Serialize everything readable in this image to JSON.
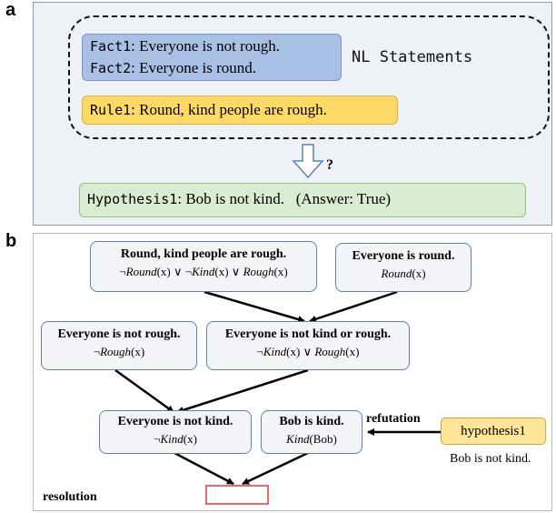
{
  "panel_a": {
    "letter": "a",
    "fact1_tag": "Fact1",
    "fact1_text": ": Everyone is not rough.",
    "fact2_tag": "Fact2",
    "fact2_text": ": Everyone is round.",
    "rule1_tag": "Rule1",
    "rule1_text": ": Round, kind people are rough.",
    "nl_label": "NL Statements",
    "question_mark": "?",
    "hypothesis_tag": "Hypothesis1",
    "hypothesis_text": ": Bob is not kind.",
    "answer_text": "(Answer: True)"
  },
  "panel_b": {
    "letter": "b",
    "node_rule": {
      "title": "Round, kind people are rough.",
      "neg1": "¬",
      "p1": "Round",
      "a1": "(x) ∨ ¬",
      "p2": "Kind",
      "a2": "(x) ∨ ",
      "p3": "Rough",
      "a3": "(x)"
    },
    "node_round": {
      "title": "Everyone is round.",
      "p1": "Round",
      "a1": "(x)"
    },
    "node_not_rough": {
      "title": "Everyone is not rough.",
      "neg1": "¬",
      "p1": "Rough",
      "a1": "(x)"
    },
    "node_not_kind_or_rough": {
      "title": "Everyone is not kind or rough.",
      "neg1": "¬",
      "p1": "Kind",
      "a1": "(x) ∨ ",
      "p2": "Rough",
      "a2": "(x)"
    },
    "node_not_kind": {
      "title": "Everyone is not kind.",
      "neg1": "¬",
      "p1": "Kind",
      "a1": "(x)"
    },
    "node_bob_kind": {
      "title": "Bob is kind.",
      "p1": "Kind",
      "a1": "(Bob)"
    },
    "hypothesis_node": "hypothesis1",
    "hypothesis_caption": "Bob is not kind.",
    "refutation_label": "refutation",
    "resolution_label": "resolution"
  },
  "colors": {
    "fact_fill": "#a8c0e4",
    "rule_fill": "#ffd966",
    "hypothesis_fill": "#d8ecd2",
    "node_fill": "#f3f4f7",
    "node_border": "#5f7fb3",
    "empty_clause_border": "#e0393e"
  }
}
